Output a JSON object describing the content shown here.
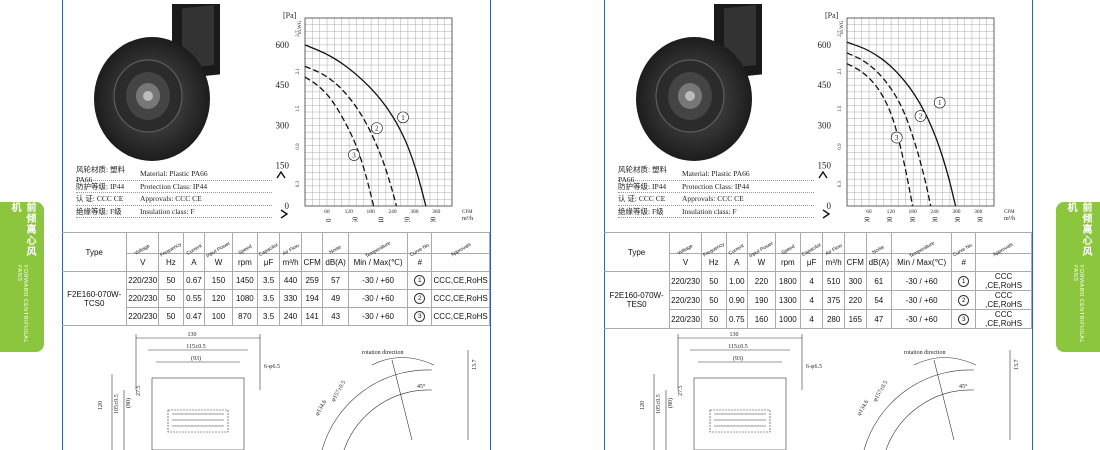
{
  "side_tab": {
    "cn": "前倾离心风机",
    "en": "FORWARD CENTRIFUGAL FANS"
  },
  "spec_labels": [
    {
      "cn": "风轮材质: 塑料PA66",
      "en": "Material: Plastic PA66"
    },
    {
      "cn": "防护等级: IP44",
      "en": "Protection Class: IP44"
    },
    {
      "cn": "认      证: CCC CE",
      "en": "Approvals: CCC  CE"
    },
    {
      "cn": "绝缘等级: F级",
      "en": "Insulation class: F"
    }
  ],
  "table_header": {
    "type": "Type",
    "col_names": [
      "Voltage",
      "Frequency",
      "Current",
      "Input Power",
      "Speed",
      "Capacitor",
      "Air Flow",
      "",
      "Noise",
      "Temperature",
      "Curve No.",
      "Approvals"
    ],
    "units": [
      "V",
      "Hz",
      "A",
      "W",
      "rpm",
      "μF",
      "m³/h",
      "CFM",
      "dB(A)",
      "Min / Max(℃)",
      "#",
      ""
    ]
  },
  "panels": [
    {
      "model": "F2E160-070W-TCS0",
      "rows": [
        {
          "v": "220/230",
          "hz": "50",
          "a": "0.67",
          "w": "150",
          "rpm": "1450",
          "uf": "3.5",
          "m3h": "440",
          "cfm": "259",
          "db": "57",
          "temp": "-30 / +60",
          "curve": "1",
          "approvals": "CCC,CE,RoHS"
        },
        {
          "v": "220/230",
          "hz": "50",
          "a": "0.55",
          "w": "120",
          "rpm": "1080",
          "uf": "3.5",
          "m3h": "330",
          "cfm": "194",
          "db": "49",
          "temp": "-30 / +60",
          "curve": "2",
          "approvals": "CCC,CE,RoHS"
        },
        {
          "v": "220/230",
          "hz": "50",
          "a": "0.47",
          "w": "100",
          "rpm": "870",
          "uf": "3.5",
          "m3h": "240",
          "cfm": "141",
          "db": "43",
          "temp": "-30 / +60",
          "curve": "3",
          "approvals": "CCC,CE,RoHS"
        }
      ]
    },
    {
      "model": "F2E160-070W-TES0",
      "rows": [
        {
          "v": "220/230",
          "hz": "50",
          "a": "1.00",
          "w": "220",
          "rpm": "1800",
          "uf": "4",
          "m3h": "510",
          "cfm": "300",
          "db": "61",
          "temp": "-30 / +60",
          "curve": "1",
          "approvals": "CCC ,CE,RoHS"
        },
        {
          "v": "220/230",
          "hz": "50",
          "a": "0.90",
          "w": "190",
          "rpm": "1300",
          "uf": "4",
          "m3h": "375",
          "cfm": "220",
          "db": "54",
          "temp": "-30 / +60",
          "curve": "2",
          "approvals": "CCC ,CE,RoHS"
        },
        {
          "v": "220/230",
          "hz": "50",
          "a": "0.75",
          "w": "160",
          "rpm": "1000",
          "uf": "4",
          "m3h": "280",
          "cfm": "165",
          "db": "47",
          "temp": "-30 / +60",
          "curve": "3",
          "approvals": "CCC ,CE,RoHS"
        }
      ]
    }
  ],
  "chart_data": [
    {
      "type": "line",
      "xlabel": "m³/h",
      "x2label": "CFM",
      "ylabel": "[Pa]",
      "y2label": "in.WG",
      "xlim": [
        0,
        450
      ],
      "ylim": [
        0,
        700
      ],
      "x_ticks": [
        80,
        160,
        240,
        320,
        400
      ],
      "x2_ticks": [
        60,
        120,
        180,
        240,
        300,
        360
      ],
      "y_ticks": [
        0,
        150,
        300,
        450,
        600
      ],
      "y2_ticks": [
        "0.3",
        "0.9",
        "1.5",
        "2.1",
        "2.7"
      ],
      "series": [
        {
          "name": "1",
          "style": "solid",
          "points": [
            [
              0,
              600
            ],
            [
              80,
              560
            ],
            [
              160,
              490
            ],
            [
              240,
              390
            ],
            [
              300,
              270
            ],
            [
              340,
              140
            ],
            [
              370,
              0
            ]
          ]
        },
        {
          "name": "2",
          "style": "dashed",
          "points": [
            [
              0,
              520
            ],
            [
              60,
              490
            ],
            [
              120,
              430
            ],
            [
              180,
              330
            ],
            [
              230,
              200
            ],
            [
              260,
              90
            ],
            [
              280,
              0
            ]
          ]
        },
        {
          "name": "3",
          "style": "dashed",
          "points": [
            [
              0,
              480
            ],
            [
              40,
              450
            ],
            [
              80,
              400
            ],
            [
              120,
              320
            ],
            [
              160,
              220
            ],
            [
              190,
              100
            ],
            [
              210,
              0
            ]
          ]
        }
      ],
      "label_points": [
        [
          300,
          330
        ],
        [
          220,
          290
        ],
        [
          150,
          190
        ]
      ]
    },
    {
      "type": "line",
      "xlabel": "m³/h",
      "x2label": "CFM",
      "ylabel": "[Pa]",
      "y2label": "in.WG",
      "xlim": [
        0,
        650
      ],
      "ylim": [
        0,
        700
      ],
      "x_ticks": [
        100,
        200,
        300,
        400,
        500,
        600
      ],
      "x2_ticks": [
        60,
        120,
        180,
        240,
        300,
        360
      ],
      "y_ticks": [
        0,
        150,
        300,
        450,
        600
      ],
      "y2_ticks": [
        "0.3",
        "0.9",
        "1.5",
        "2.1",
        "2.7"
      ],
      "series": [
        {
          "name": "1",
          "style": "solid",
          "points": [
            [
              0,
              610
            ],
            [
              100,
              580
            ],
            [
              200,
              520
            ],
            [
              300,
              420
            ],
            [
              380,
              290
            ],
            [
              440,
              140
            ],
            [
              480,
              0
            ]
          ]
        },
        {
          "name": "2",
          "style": "dashed",
          "points": [
            [
              0,
              570
            ],
            [
              80,
              540
            ],
            [
              160,
              480
            ],
            [
              240,
              380
            ],
            [
              300,
              240
            ],
            [
              345,
              100
            ],
            [
              370,
              0
            ]
          ]
        },
        {
          "name": "3",
          "style": "dashed",
          "points": [
            [
              0,
              530
            ],
            [
              70,
              500
            ],
            [
              140,
              440
            ],
            [
              200,
              340
            ],
            [
              240,
              210
            ],
            [
              270,
              90
            ],
            [
              290,
              0
            ]
          ]
        }
      ],
      "label_points": [
        [
          410,
          385
        ],
        [
          325,
          335
        ],
        [
          220,
          255
        ]
      ]
    }
  ],
  "drawing": {
    "dims_front": [
      "130",
      "115±0.5",
      "(93)",
      "6-φ6.5",
      "105±0.5",
      "120",
      "(80)",
      "27.5"
    ],
    "rotation_label": "rotation direction",
    "angle": "45°",
    "dims_side": [
      "φ157±0.5",
      "φ134.6",
      "13.7"
    ]
  }
}
